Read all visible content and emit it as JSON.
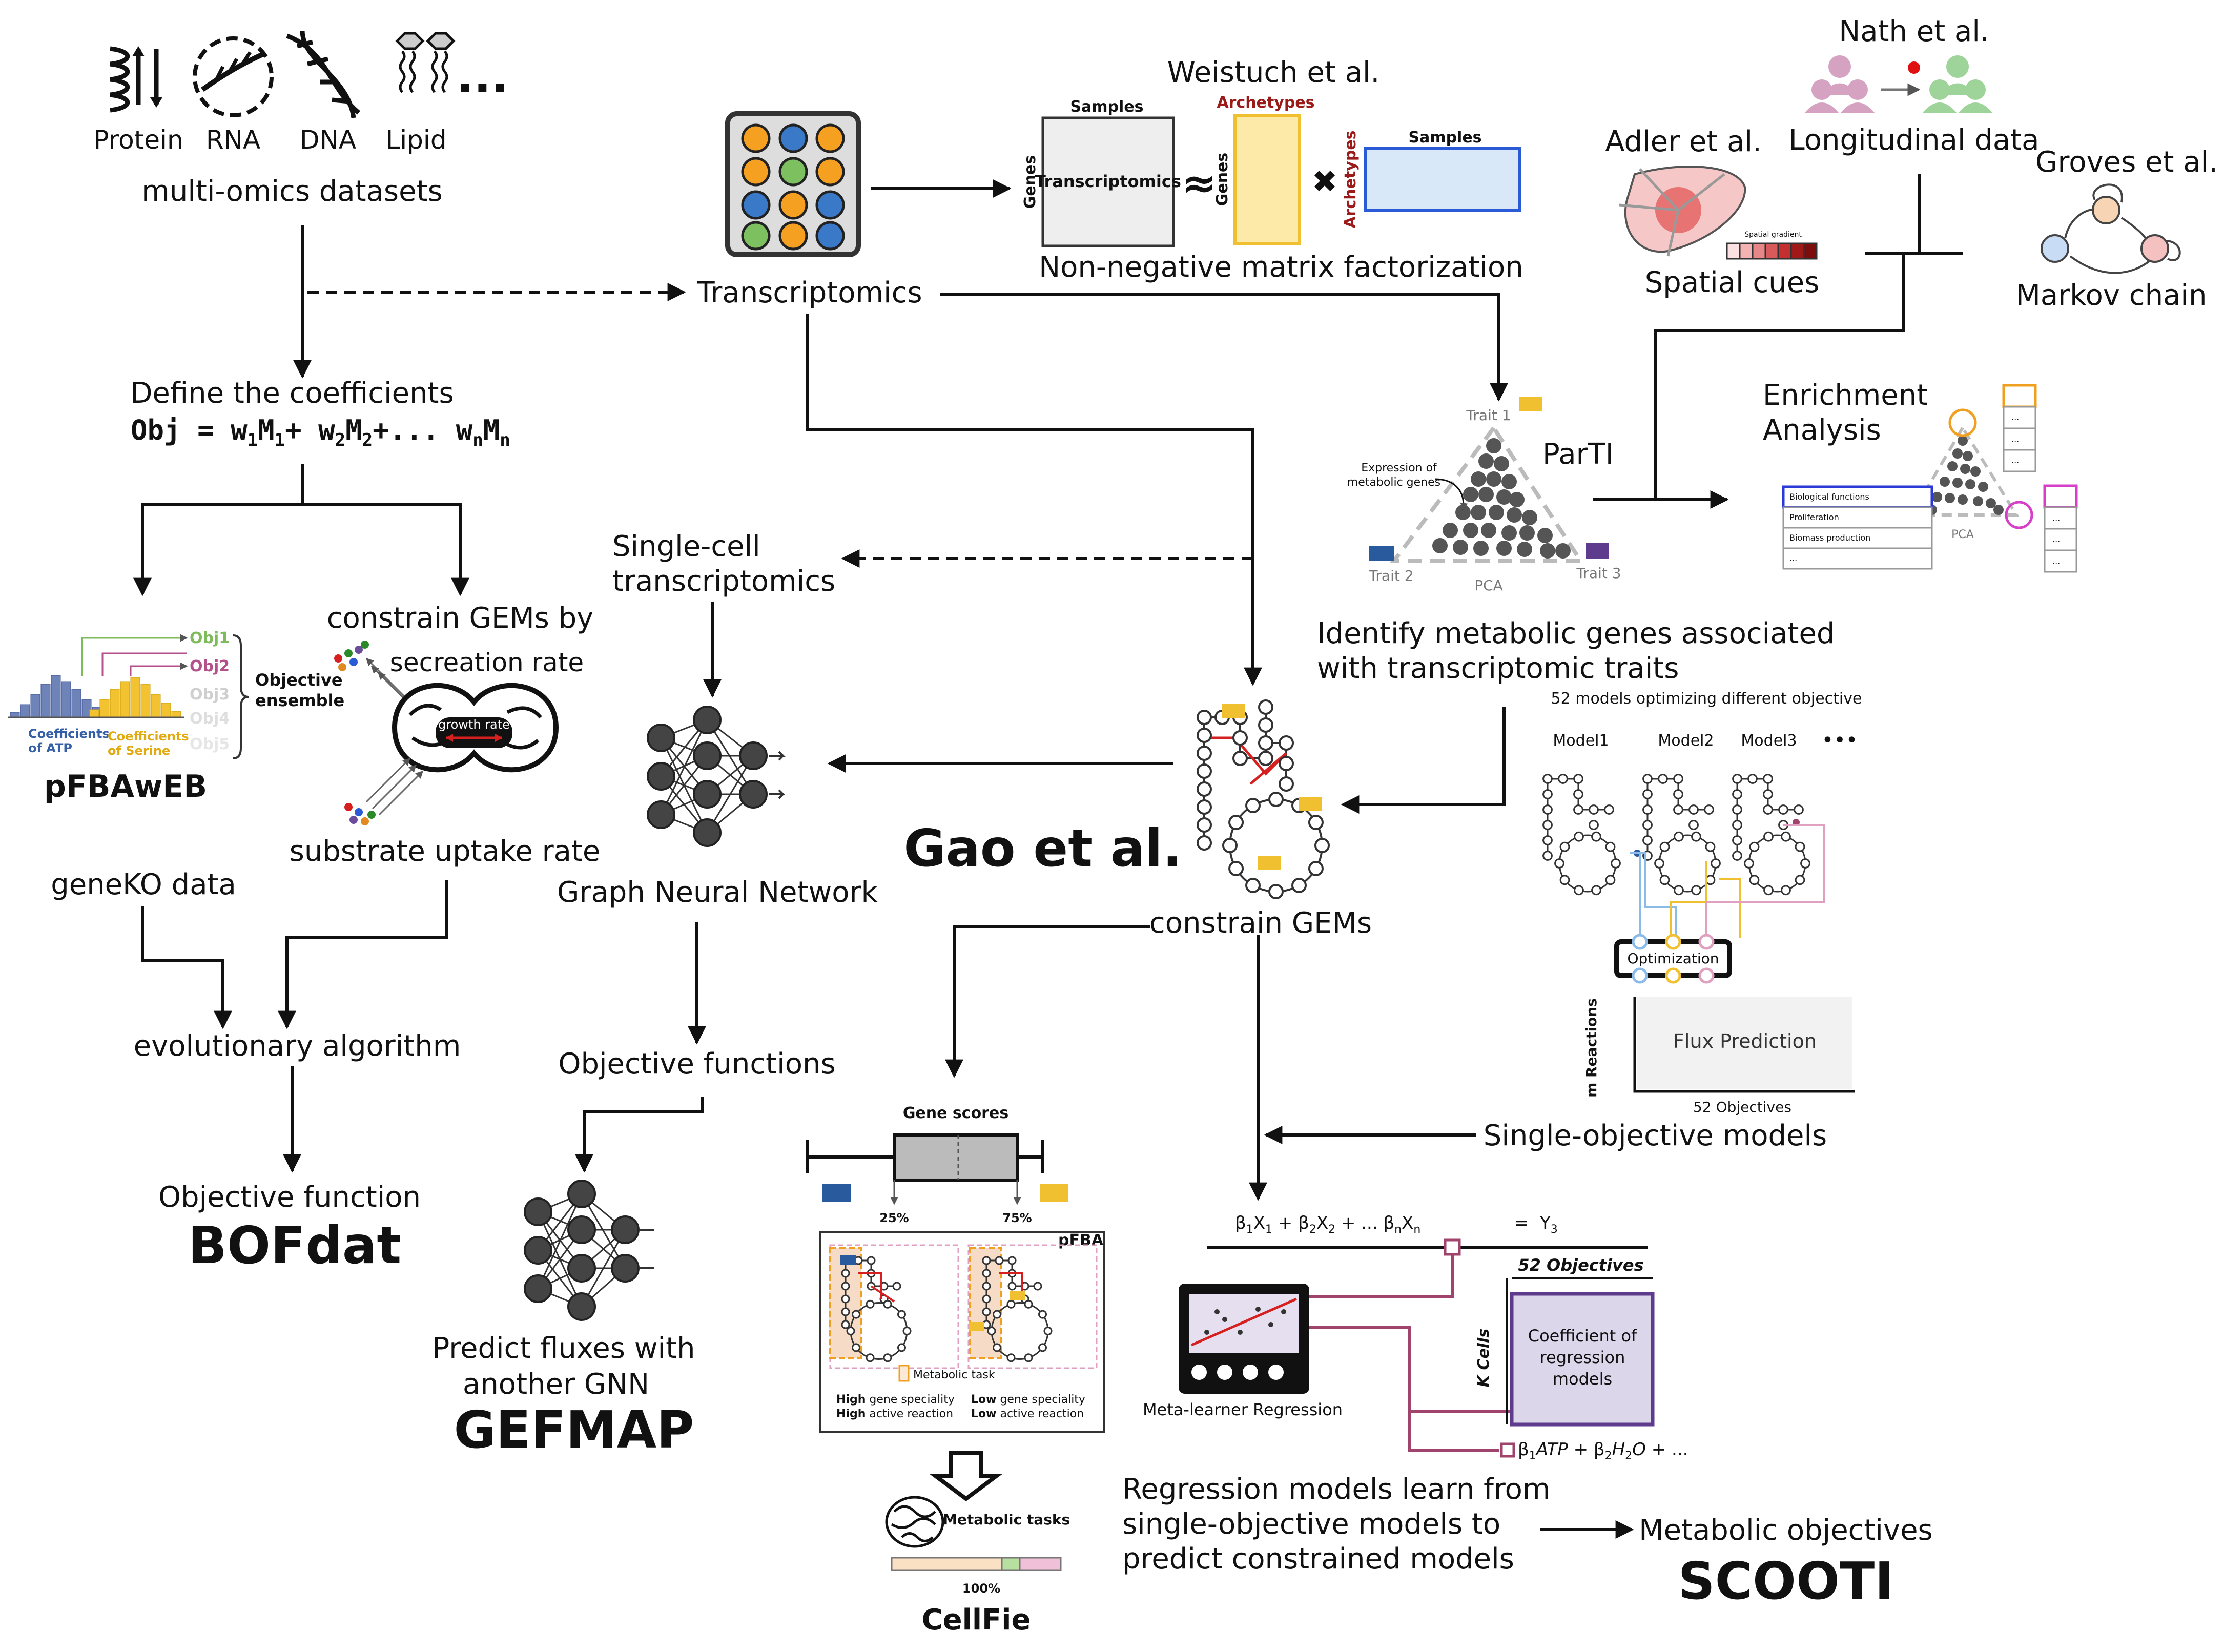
{
  "omics": {
    "protein": "Protein",
    "rna": "RNA",
    "dna": "DNA",
    "lipid": "Lipid",
    "ellipsis": "...",
    "title": "multi-omics datasets"
  },
  "coefficients": {
    "title": "Define the coefficients",
    "obj": "Obj",
    "eq": "=",
    "w1": "w",
    "sub1": "1",
    "m1": "M",
    "msub1": "1",
    "plus1": "+",
    "w2": "w",
    "sub2": "2",
    "m2": "M",
    "msub2": "2",
    "mid": "+...",
    "wn": "w",
    "subn": "n",
    "mn": "M",
    "msubn": "n"
  },
  "pfba": {
    "obj1": "Obj1",
    "obj2": "Obj2",
    "obj3": "Obj3",
    "obj4": "Obj4",
    "obj5": "Obj5",
    "ensemble1": "Objective",
    "ensemble2": "ensemble",
    "atp1": "Coefficients",
    "atp2": "of ATP",
    "ser1": "Coefficients",
    "ser2": "of Serine",
    "name": "pFBAwEB"
  },
  "constrain": {
    "title": "constrain GEMs by",
    "secretion": "secreation rate",
    "growth": "growth rate",
    "uptake": "substrate uptake rate"
  },
  "bofdat": {
    "genko": "geneKO data",
    "evo": "evolutionary algorithm",
    "objfun": "Objective function",
    "name": "BOFdat"
  },
  "transcriptomics": {
    "label": "Transcriptomics"
  },
  "nmf": {
    "author": "Weistuch et al.",
    "samples": "Samples",
    "genes": "Genes",
    "matrix": "Transcriptomics",
    "approx": "≈",
    "archetypes": "Archetypes",
    "times": "✖",
    "genes2": "Genes",
    "archetypes2": "Archetypes",
    "samples2": "Samples",
    "caption": "Non-negative matrix factorization"
  },
  "adler": {
    "author": "Adler et al.",
    "caption": "Spatial cues",
    "bar": "Spatial gradient"
  },
  "nath": {
    "author": "Nath et al.",
    "caption": "Longitudinal data"
  },
  "groves": {
    "author": "Groves et al.",
    "caption": "Markov chain"
  },
  "parti": {
    "name": "ParTI",
    "trait1": "Trait 1",
    "trait2": "Trait 2",
    "trait3": "Trait 3",
    "pca": "PCA",
    "expr1": "Expression of",
    "expr2": "metabolic genes",
    "caption1": "Identify metabolic genes associated",
    "caption2": "with transcriptomic traits"
  },
  "enrichment": {
    "line1": "Enrichment",
    "line2": "Analysis",
    "bio": "Biological functions",
    "prolif": "Proliferation",
    "biomass": "Biomass production",
    "dots": "...",
    "pca": "PCA",
    "cell1": "...",
    "cell2": "...",
    "cell3": "...",
    "cell4": "...",
    "cell5": "...",
    "cell6": "..."
  },
  "gnn": {
    "sc1": "Single-cell",
    "sc2": "transcriptomics",
    "label": "Graph Neural Network",
    "objfun": "Objective functions",
    "pred1": "Predict fluxes with",
    "pred2": "another GNN",
    "name": "GEFMAP"
  },
  "gao": {
    "name": "Gao et al.",
    "constrain": "constrain GEMs"
  },
  "models": {
    "title": "52 models optimizing different objective",
    "m1": "Model1",
    "m2": "Model2",
    "m3": "Model3",
    "dots": "•••",
    "opt": "Optimization",
    "flux": "Flux Prediction",
    "reactions": "m Reactions",
    "objectives": "52 Objectives"
  },
  "single": {
    "label": "Single-objective models"
  },
  "cellfie": {
    "gene_scores": "Gene scores",
    "p25": "25%",
    "p75": "75%",
    "pfba": "pFBA",
    "task": "Metabolic task",
    "hi1": "High",
    "hi1b": " gene speciality",
    "hi2": "High",
    "hi2b": " active reaction",
    "lo1": "Low",
    "lo1b": " gene speciality",
    "lo2": "Low",
    "lo2b": " active reaction",
    "tasks": "Metabolic tasks",
    "pct": "100%",
    "name": "CellFie"
  },
  "scooti": {
    "eq_b1": "β",
    "eq_s1": "1",
    "eq_x1": "X",
    "eq_xs1": "1",
    "eq_plus1": " + ",
    "eq_b2": "β",
    "eq_s2": "2",
    "eq_x2": "X",
    "eq_xs2": "2",
    "eq_mid": " + ... ",
    "eq_bn": "β",
    "eq_sn": "n",
    "eq_xn": "X",
    "eq_xsn": "n",
    "eq_eq": "=",
    "eq_y": "Y",
    "eq_ys": "3",
    "objectives": "52 Objectives",
    "coef1": "Coefficient of",
    "coef2": "regression",
    "coef3": "models",
    "kcells": "K Cells",
    "meta": "Meta-learner Regression",
    "out_b1": "β",
    "out_s1": "1",
    "out_atp": "ATP",
    "out_plus": " + ",
    "out_b2": "β",
    "out_s2": "2",
    "out_h": "H",
    "out_hs": "2",
    "out_o": "O",
    "out_tail": " + ...",
    "cap1": "Regression models learn from",
    "cap2": "single-objective models to",
    "cap3": "predict constrained models",
    "metabolic": "Metabolic objectives",
    "name": "SCOOTI"
  },
  "colors": {
    "arrow": "#111111",
    "atp_blue": "#6e84b8",
    "serine_yellow": "#f2c230",
    "obj_green": "#7dbb5b",
    "obj_pink": "#b4508c",
    "red": "#d62020",
    "archetype_red": "#9b1b1b",
    "nmf_yellow": "#fde9a8",
    "nmf_blue": "#d8e8f8",
    "gem_yellow": "#f0c030",
    "purple": "#6b4c9a",
    "scooti_pink": "#a0446e"
  }
}
